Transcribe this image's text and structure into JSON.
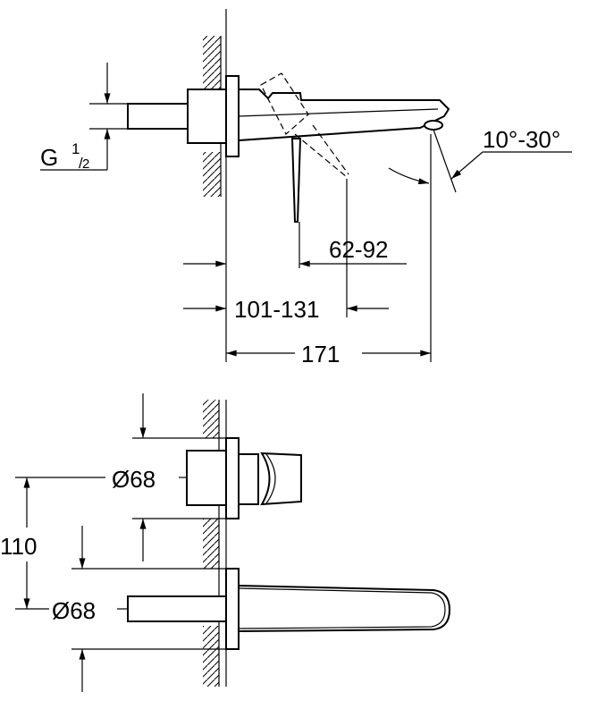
{
  "top_view": {
    "thread_label": "G",
    "thread_num": "1",
    "thread_den": "2",
    "angle_label": "10°-30°",
    "lever_reach": "62-92",
    "projection": "101-131",
    "spout_length": "171"
  },
  "front_view": {
    "diameter_upper": "Ø68",
    "diameter_lower": "Ø68",
    "spacing": "110"
  }
}
